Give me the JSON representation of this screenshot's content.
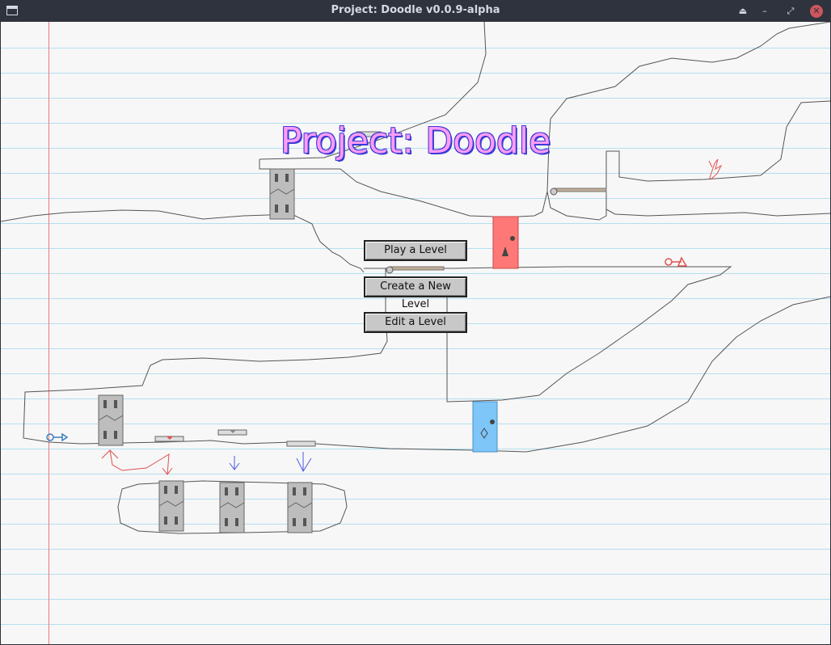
{
  "window": {
    "title": "Project: Doodle v0.0.9-alpha",
    "icons": [
      "app-window-icon",
      "eject-icon",
      "minimize-icon",
      "restore-icon",
      "close-icon"
    ]
  },
  "logo": {
    "text": "Project: Doodle"
  },
  "menu": {
    "play_label": "Play a Level",
    "create_label": "Create a New Level",
    "edit_label": "Edit a Level"
  },
  "colors": {
    "paper": "#f7f7f7",
    "rule_line": "#b3dff0",
    "margin_line": "#f07a7a",
    "logo_fill": "#ff9cf5",
    "logo_outline": "#3b3bd8",
    "red_door": "#ff7878",
    "blue_door": "#7ec6f8"
  },
  "sprites": [
    "electric-door-icon",
    "red-door-icon",
    "blue-door-icon",
    "red-key-icon",
    "blue-key-icon",
    "button-icon",
    "trapdoor-icon",
    "firebird-icon"
  ]
}
